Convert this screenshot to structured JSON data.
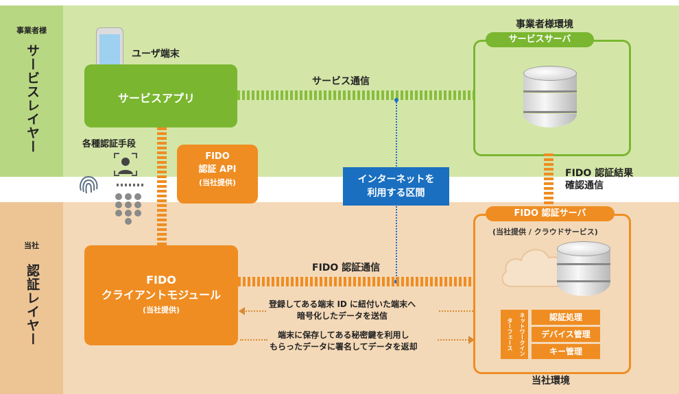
{
  "layers": {
    "top": {
      "owner": "事業者様",
      "name": "サービスレイヤー"
    },
    "bottom": {
      "owner": "当社",
      "name": "認証レイヤー"
    }
  },
  "environments": {
    "business": "事業者様環境",
    "company": "当社環境"
  },
  "user_device": {
    "label": "ユーザ端末",
    "app": "サービスアプリ",
    "auth_methods": "各種認証手段"
  },
  "fido_api": {
    "line1": "FIDO",
    "line2": "認証 API",
    "line3": "(当社提供)"
  },
  "fido_client": {
    "line1": "FIDO",
    "line2": "クライアントモジュール",
    "line3": "(当社提供)"
  },
  "service_server": {
    "title": "サービスサーバ"
  },
  "fido_server": {
    "title": "FIDO 認証サーバ",
    "subtitle": "(当社提供 / クラウドサービス)",
    "network_interface": "ネットワークインターフェース",
    "functions": [
      "認証処理",
      "デバイス管理",
      "キー管理"
    ]
  },
  "connections": {
    "service_comm": "サービス通信",
    "fido_comm": "FIDO 認証通信",
    "result_line1": "FIDO 認証結果",
    "result_line2": "確認通信",
    "internet_line1": "インターネットを",
    "internet_line2": "利用する区間"
  },
  "messages": {
    "to_client_line1": "登録してある端末 ID に紐付いた端末へ",
    "to_client_line2": "暗号化したデータを送信",
    "to_server_line1": "端末に保存してある秘密鍵を利用し",
    "to_server_line2": "もらったデータに署名してデータを返却"
  },
  "colors": {
    "green": "#7ab630",
    "orange": "#ef8d22",
    "blue": "#1a6fc0"
  }
}
